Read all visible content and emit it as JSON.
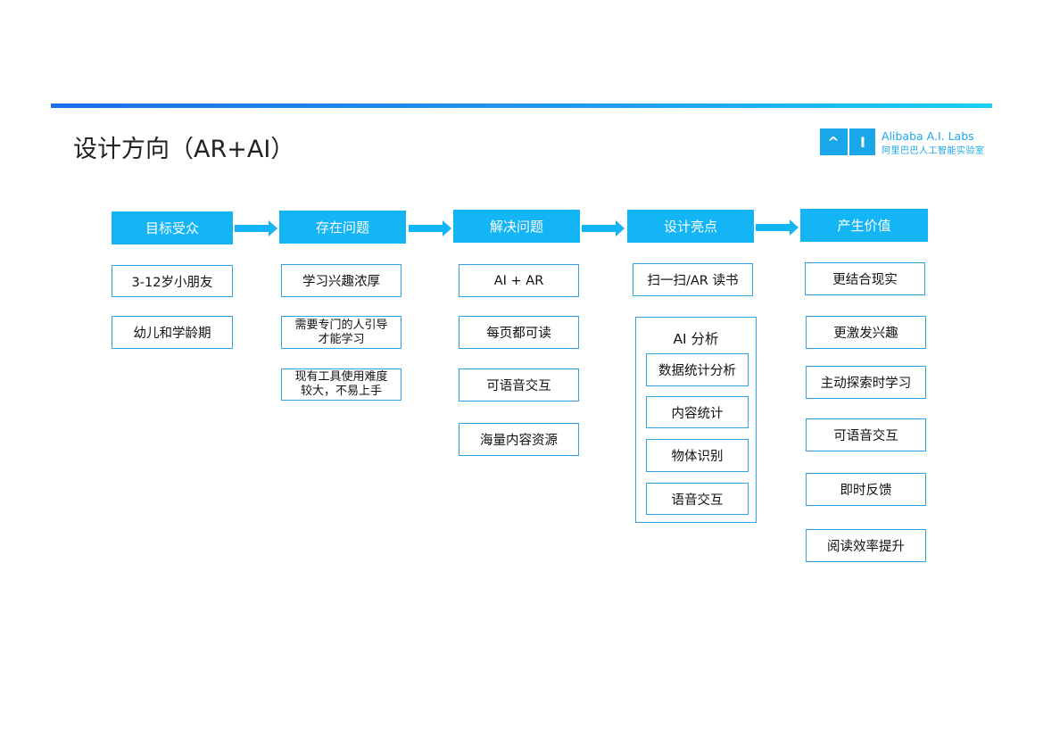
{
  "page": {
    "title": "设计方向（AR+AI）"
  },
  "logo": {
    "mark_left": "^",
    "mark_right": "I",
    "en": "Alibaba A.I. Labs",
    "cn": "阿里巴巴人工智能实验室"
  },
  "columns": [
    {
      "header": "目标受众",
      "items": [
        "3-12岁小朋友",
        "幼儿和学龄期"
      ]
    },
    {
      "header": "存在问题",
      "items": [
        "学习兴趣浓厚",
        "需要专门的人引导\n才能学习",
        "现有工具使用难度\n较大，不易上手"
      ]
    },
    {
      "header": "解决问题",
      "items": [
        "AI + AR",
        "每页都可读",
        "可语音交互",
        "海量内容资源"
      ]
    },
    {
      "header": "设计亮点",
      "items": [
        "扫一扫/AR 读书"
      ],
      "group": {
        "title": "AI 分析",
        "items": [
          "数据统计分析",
          "内容统计",
          "物体识别",
          "语音交互"
        ]
      }
    },
    {
      "header": "产生价值",
      "items": [
        "更结合现实",
        "更激发兴趣",
        "主动探索时学习",
        "可语音交互",
        "即时反馈",
        "阅读效率提升"
      ]
    }
  ],
  "colors": {
    "accent": "#13b5f5",
    "border": "#2fa5e8"
  }
}
